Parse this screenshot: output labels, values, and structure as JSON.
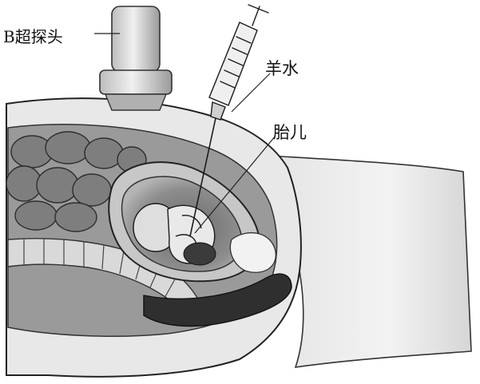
{
  "labels": {
    "probe": "B超探头",
    "amniotic_fluid": "羊水",
    "fetus": "胎儿"
  },
  "colors": {
    "ink": "#1a1a1a",
    "skin_light": "#f1f1f1",
    "skin_mid": "#cfcfcf",
    "tissue_dark": "#555555",
    "organ": "#8c8c8c"
  }
}
